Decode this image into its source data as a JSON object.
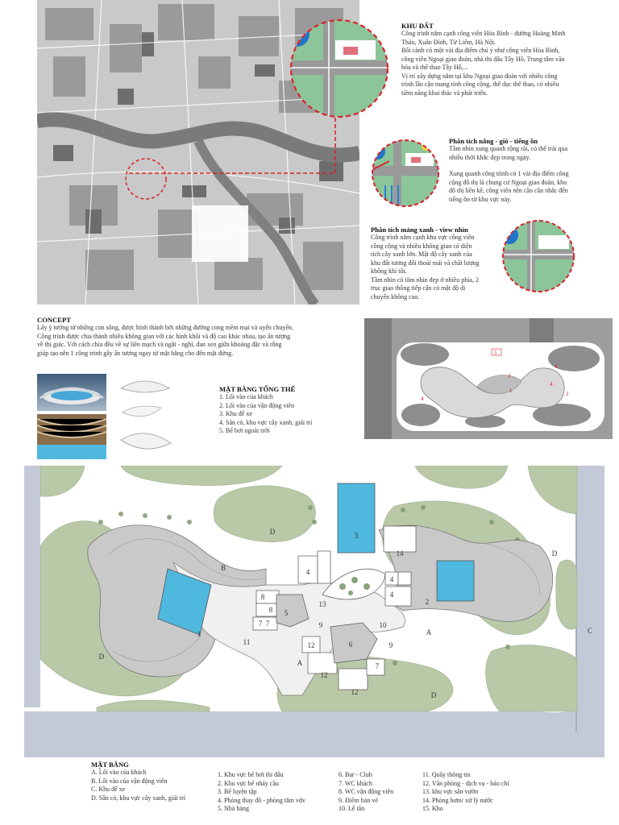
{
  "khu_dat": {
    "title": "KHU ĐẤT",
    "lines": [
      "Công trình nằm cạnh công viên Hòa Bình - đường Hoàng Minh",
      "Thảo, Xuân Đỉnh, Từ Liêm, Hà Nội.",
      "Bối cảnh có một vài địa điểm chú ý như công viên Hòa Bình,",
      "công viên Ngoại giao đoàn, nhà thi đấu Tây Hồ, Trung tâm văn",
      "hóa và thể thao Tây Hồ,...",
      "Vị trí xây dựng nằm tại khu Ngoại giao đoàn với nhiều công",
      "trình lân cận mang tính công cộng, thể dục thể thao, có nhiều",
      "tiềm năng khai thác và phát triển."
    ]
  },
  "nang_gio": {
    "title": "Phân tích nắng - gió - tiếng ồn",
    "lines": [
      "Tầm nhìn xung quanh rộng rãi, có thể trải qua",
      "nhiều thời khắc đẹp trong ngày.",
      "",
      "Xung quanh công trình có 1 vài địa điểm công",
      "cộng đô thị là chung cư Ngoại giao đoàn, khu",
      "đô thị liền kề, công viên nên cần cân nhắc đến",
      "tiếng ồn từ khu vực này."
    ]
  },
  "mang_xanh": {
    "title": "Phân tích mảng xanh - view nhìn",
    "lines": [
      "Công trình nằm cạnh khu vực công viên",
      "công cộng và nhiều không gian có diện",
      "tích cây xanh lớn. Mật độ cây xanh của",
      "khu đất tương đối thoải mái và chất lượng",
      "không khí tốt.",
      "Tầm nhìn có tầm nhìn đẹp ở nhiều phía, 2",
      "trục giao thông tiếp cận có mật độ di",
      "chuyển không cao."
    ]
  },
  "concept": {
    "title": "CONCEPT",
    "lines": [
      "Lấy ý tưởng từ những con sông, được hình thành bởi những đường cong mềm mại và uyển chuyển.",
      "Công trình được chia thành nhiều không gian với các hình khối và độ cao khác nhau, tạo ấn tượng",
      "về thị giác. Với cách chia đều về sự liền mạch và ngắt - nghỉ, đan xen giữa khoảng đặc và rỗng",
      "giúp tạo nên 1 công trình gây ấn tượng ngay từ mặt bằng cho đến mặt đứng."
    ]
  },
  "tong_the": {
    "title": "MẶT BẰNG TỔNG THỂ",
    "items": [
      "1. Lối vào của khách",
      "2. Lối vào của vận động viên",
      "3. Khu để xe",
      "4. Sân cỏ, khu vực cây xanh, giải trí",
      "5. Bể bơi ngoài trời"
    ]
  },
  "site_labels": [
    "5",
    "4",
    "4",
    "3",
    "1",
    "2",
    "4"
  ],
  "plan_labels": {
    "letters": [
      "D",
      "D",
      "B",
      "D",
      "A",
      "A",
      "D",
      "C"
    ],
    "numbers": [
      "3",
      "14",
      "4",
      "2",
      "1",
      "8",
      "8",
      "5",
      "7",
      "7",
      "11",
      "13",
      "4",
      "4",
      "9",
      "10",
      "12",
      "6",
      "12",
      "7",
      "12",
      "9"
    ]
  },
  "mat_bang": {
    "title": "MẶT BẰNG",
    "col1": [
      "A. Lối vào của khách",
      "B. Lối vào của vận động viên",
      "C. Khu để xe",
      "D. Sân cỏ, khu vực cây xanh, giải trí"
    ],
    "col2": [
      "1. Khu vực bể bơi thi đấu",
      "2. Khu vực bể nhảy cầu",
      "3. Bể luyện tập",
      "4. Phòng thay đồ - phòng tắm vdv",
      "5. Nhà hàng"
    ],
    "col3": [
      "6. Bar - Club",
      "7. WC khách",
      "8. WC vận động viên",
      "9. Điểm bán vé",
      "10. Lễ tân"
    ],
    "col4": [
      "11. Quầy thông tin",
      "12. Văn phòng - dịch vụ - báo chí",
      "13. khu vực sân vườn",
      "14. Phòng bơm/ xử lý nước",
      "15. Kho"
    ]
  },
  "colors": {
    "red": "#d8232a",
    "grass": "#b9c8a7",
    "pool": "#4fb8de",
    "road": "#c4c9d8",
    "concrete": "#c9c9c9"
  }
}
